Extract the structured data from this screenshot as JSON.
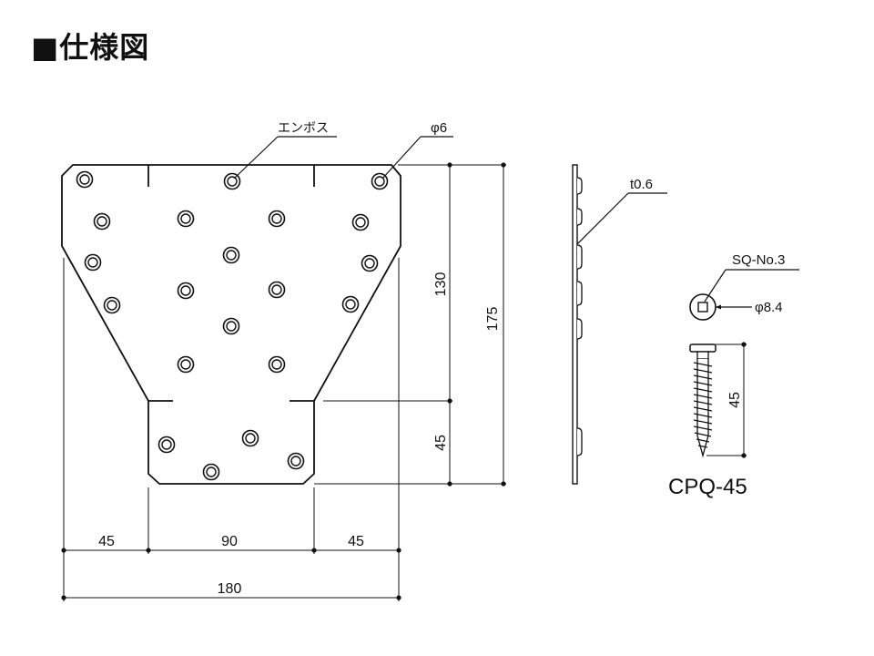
{
  "title": "■仕様図",
  "callouts": {
    "emboss": "エンボス",
    "hole_dia": "φ6",
    "thickness": "t0.6",
    "screw_head": "SQ-No.3",
    "screw_dia": "φ8.4"
  },
  "dimensions": {
    "height_total": "175",
    "height_upper": "130",
    "height_lower": "45",
    "screw_length": "45",
    "width_left": "45",
    "width_center": "90",
    "width_right": "45",
    "width_total": "180"
  },
  "screw_model": "CPQ-45",
  "colors": {
    "line": "#111111",
    "fill": "#ffffff"
  }
}
